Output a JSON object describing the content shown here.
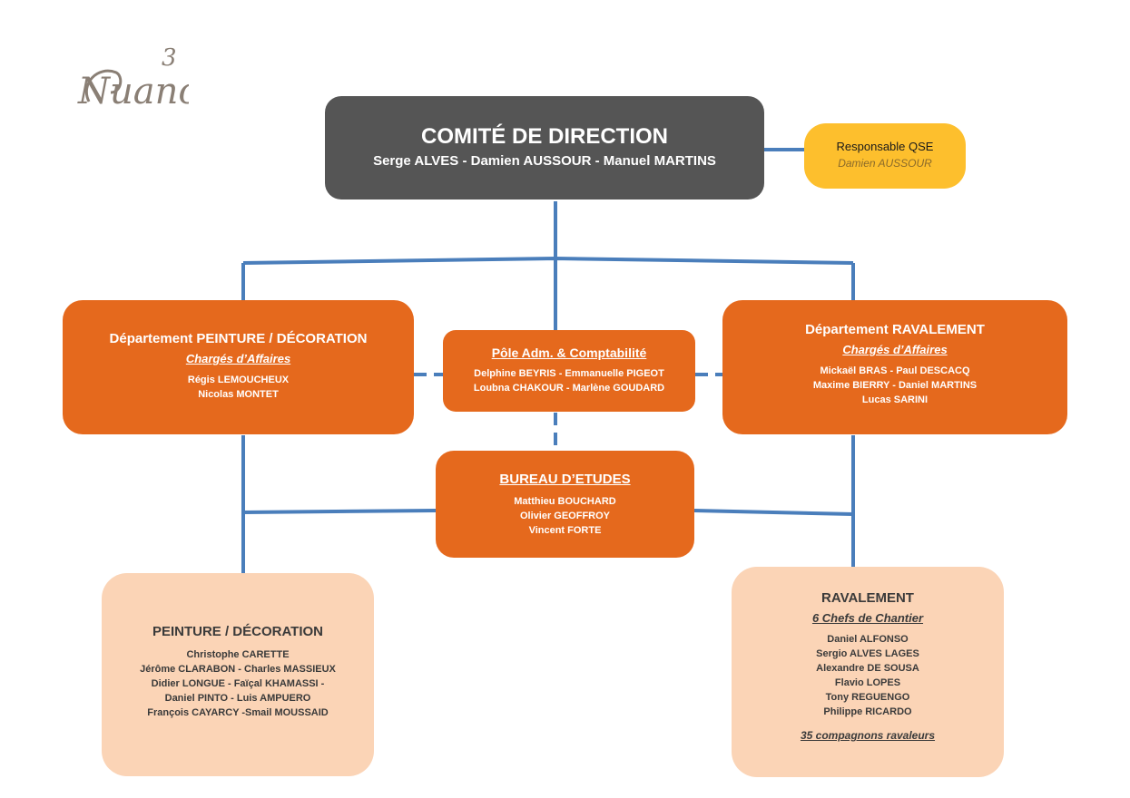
{
  "logo": {
    "text": "Nuance",
    "superscript": "3"
  },
  "direction": {
    "title": "COMITÉ DE DIRECTION",
    "members": "Serge ALVES - Damien AUSSOUR - Manuel MARTINS"
  },
  "qse": {
    "title": "Responsable QSE",
    "name": "Damien AUSSOUR"
  },
  "dept_peinture": {
    "title": "Département PEINTURE / DÉCORATION",
    "subtitle": "Chargés d’Affaires",
    "members": [
      "Régis LEMOUCHEUX",
      "Nicolas MONTET"
    ]
  },
  "pole_adm": {
    "title": "Pôle Adm. & Comptabilité",
    "members": [
      "Delphine BEYRIS - Emmanuelle PIGEOT",
      "Loubna CHAKOUR - Marlène GOUDARD"
    ]
  },
  "dept_ravalement": {
    "title": "Département RAVALEMENT",
    "subtitle": "Chargés d’Affaires",
    "members": [
      "Mickaël BRAS - Paul DESCACQ",
      "Maxime BIERRY - Daniel MARTINS",
      "Lucas SARINI"
    ]
  },
  "bureau": {
    "title": "BUREAU D’ETUDES",
    "members": [
      "Matthieu BOUCHARD",
      "Olivier GEOFFROY",
      "Vincent FORTE"
    ]
  },
  "team_peinture": {
    "title": "PEINTURE / DÉCORATION",
    "members": [
      "Christophe CARETTE",
      "Jérôme CLARABON - Charles MASSIEUX",
      "Didier LONGUE - Faïçal KHAMASSI -",
      "Daniel PINTO - Luis AMPUERO",
      "François CAYARCY -Smail MOUSSAID"
    ]
  },
  "team_ravalement": {
    "title": "RAVALEMENT",
    "subtitle": "6 Chefs de Chantier",
    "members": [
      "Daniel ALFONSO",
      "Sergio ALVES LAGES",
      "Alexandre DE SOUSA",
      "Flavio LOPES",
      "Tony REGUENGO",
      "Philippe RICARDO"
    ],
    "footer": "35 compagnons ravaleurs"
  },
  "colors": {
    "connector": "#4a7ebb",
    "direction": "#555555",
    "department": "#e5691d",
    "team": "#fbd4b6",
    "qse": "#fdbf2d"
  }
}
